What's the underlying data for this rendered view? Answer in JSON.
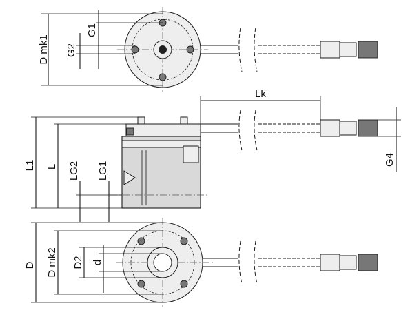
{
  "labels": {
    "d_mk1": "D mk1",
    "g1": "G1",
    "g2": "G2",
    "lk": "Lk",
    "l1": "L1",
    "l": "L",
    "lg2": "LG2",
    "lg1": "LG1",
    "g4": "G4",
    "d": "D",
    "d_mk2": "D mk2",
    "d2": "D2",
    "d_small": "d"
  },
  "colors": {
    "line": "#1a1a1a",
    "body": "#d9d9d9",
    "connector": "#777777"
  }
}
